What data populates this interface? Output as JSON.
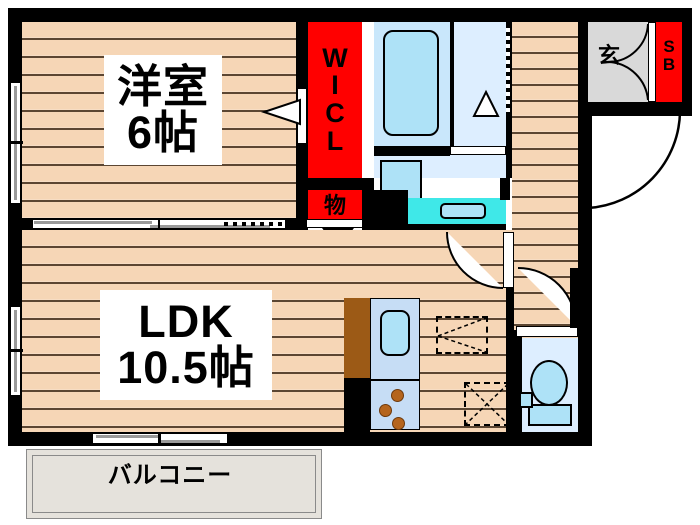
{
  "plan": {
    "type": "japanese-apartment-floor-plan",
    "layout_code": "1LDK",
    "rooms": [
      {
        "id": "washitsu",
        "label_line1": "洋室",
        "label_line2": "6帖",
        "name_en": "Western-style room",
        "size_jo": 6,
        "floor": "wood"
      },
      {
        "id": "ldk",
        "label_line1": "LDK",
        "label_line2": "10.5帖",
        "name_en": "Living Dining Kitchen",
        "size_jo": 10.5,
        "floor": "wood"
      },
      {
        "id": "balcony",
        "label_line1": "バルコニー",
        "label_line2": "",
        "name_en": "Balcony",
        "size_jo": null,
        "floor": "concrete"
      }
    ],
    "closets": [
      {
        "id": "wic",
        "label": "WICL",
        "letters": [
          "W",
          "I",
          "C",
          "L"
        ],
        "name_en": "Walk-in closet",
        "color": "#ff0000"
      },
      {
        "id": "monoire",
        "label": "物",
        "name_en": "Storage closet",
        "color": "#ff0000"
      },
      {
        "id": "shoebox",
        "label": "SB",
        "letters": [
          "S",
          "B"
        ],
        "name_en": "Shoe box",
        "color": "#ff0000"
      }
    ],
    "entrance": {
      "label": "玄",
      "name_en": "Genkan / Entrance",
      "color": "#d9d9d9"
    },
    "fixtures": [
      {
        "id": "bathtub",
        "name_en": "Bathtub"
      },
      {
        "id": "washing-machine",
        "name_en": "Washing machine space"
      },
      {
        "id": "vanity-sink",
        "name_en": "Vanity wash basin"
      },
      {
        "id": "toilet",
        "name_en": "Toilet"
      },
      {
        "id": "kitchen-sink",
        "name_en": "Kitchen sink"
      },
      {
        "id": "gas-stove",
        "name_en": "Gas stove (3 burners)"
      },
      {
        "id": "refrigerator",
        "name_en": "Refrigerator space"
      },
      {
        "id": "washer-place",
        "name_en": "Appliance space"
      }
    ],
    "colors": {
      "wall": "#000000",
      "closet_red": "#ff0000",
      "floor_wood": "#f6d6b6",
      "floor_line": "#5c4632",
      "bath_blue": "#ddeeff",
      "tub_blue": "#aee2f7",
      "vanity_cyan": "#3fe8e8",
      "kitchen_blue": "#c6ddf5",
      "entrance_gray": "#d9d9d9",
      "balcony_gray": "#e5e2dc",
      "cabinet_brown": "#9c5a16"
    }
  }
}
